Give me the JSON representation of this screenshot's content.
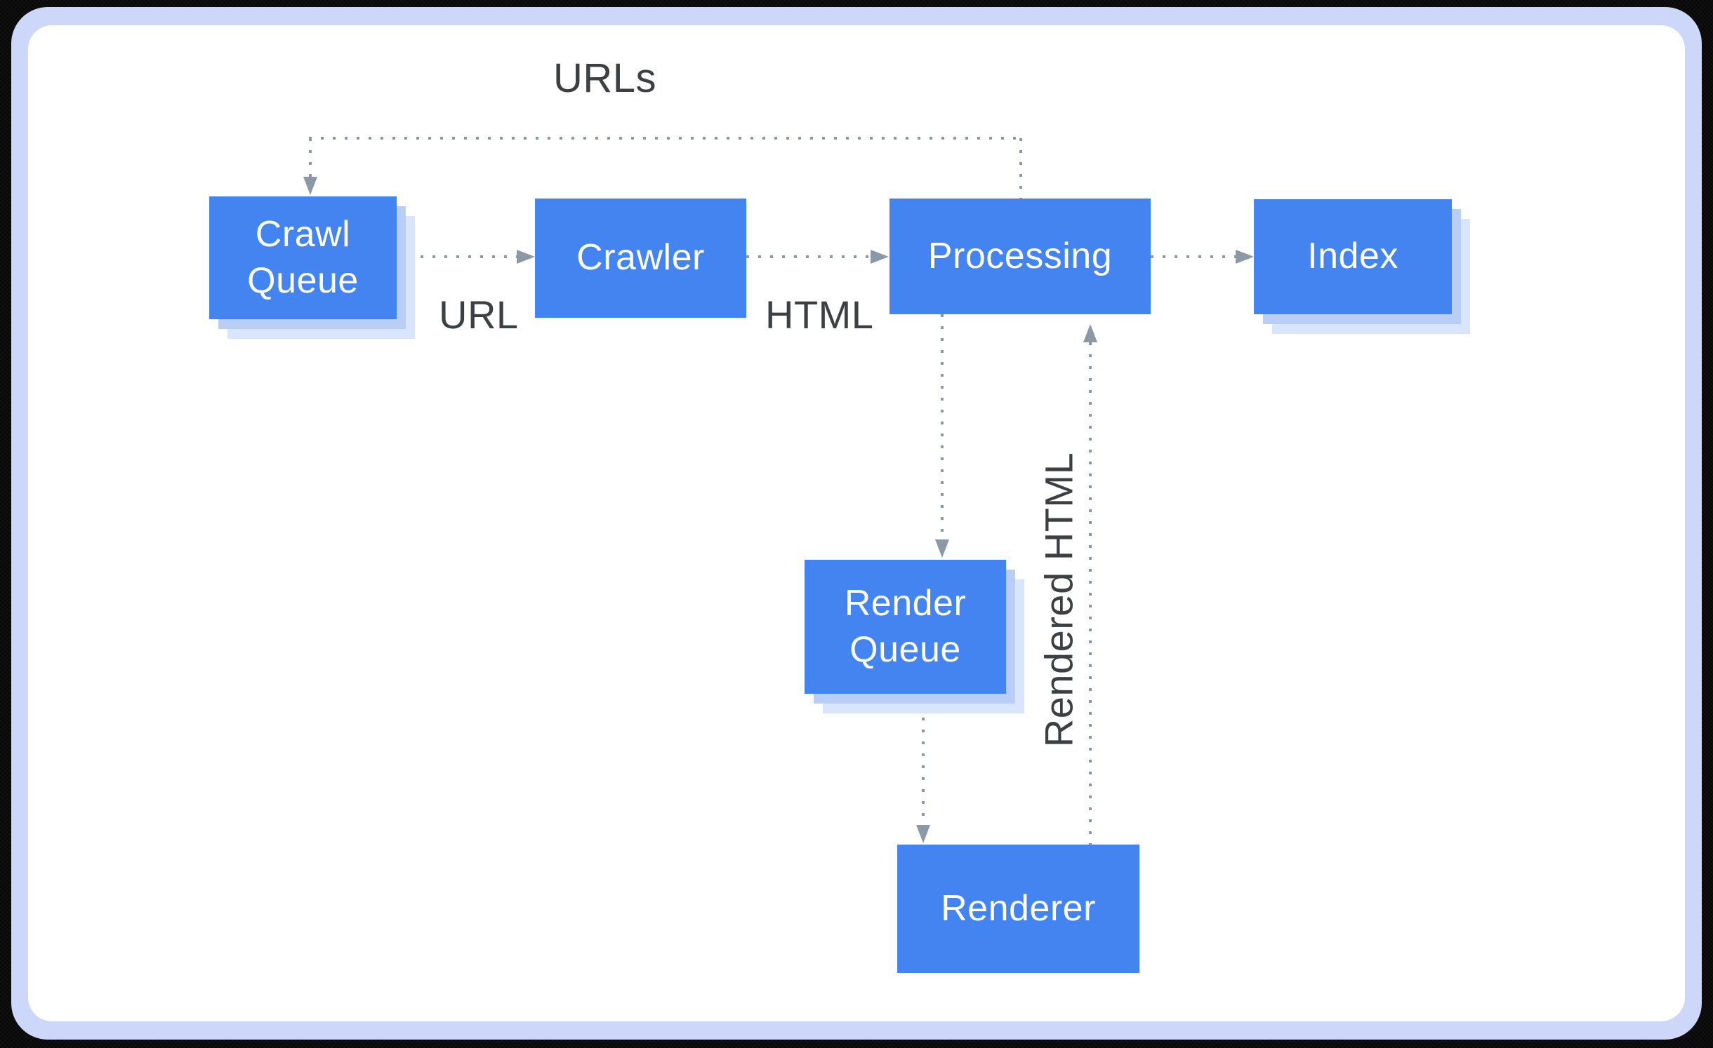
{
  "diagram": {
    "description": "Google crawl / render / index pipeline diagram",
    "nodes": {
      "crawl_queue": {
        "label": "Crawl Queue"
      },
      "crawler": {
        "label": "Crawler"
      },
      "processing": {
        "label": "Processing"
      },
      "index": {
        "label": "Index"
      },
      "render_queue": {
        "label": "Render Queue"
      },
      "renderer": {
        "label": "Renderer"
      }
    },
    "edge_labels": {
      "urls": "URLs",
      "url": "URL",
      "html": "HTML",
      "rendered_html": "Rendered HTML"
    },
    "edges": [
      {
        "from": "crawl_queue",
        "to": "crawler",
        "label": "URL",
        "style": "dotted"
      },
      {
        "from": "crawler",
        "to": "processing",
        "label": "HTML",
        "style": "dotted"
      },
      {
        "from": "processing",
        "to": "index",
        "label": "",
        "style": "dotted"
      },
      {
        "from": "processing",
        "to": "crawl_queue",
        "label": "URLs",
        "style": "dotted"
      },
      {
        "from": "processing",
        "to": "render_queue",
        "label": "",
        "style": "dotted"
      },
      {
        "from": "render_queue",
        "to": "renderer",
        "label": "",
        "style": "dotted"
      },
      {
        "from": "renderer",
        "to": "processing",
        "label": "Rendered HTML",
        "style": "dotted"
      }
    ],
    "colors": {
      "node_fill": "#4484F0",
      "node_text": "#FFFFFF",
      "shadow_inner": "#B9CEF5",
      "shadow_outer": "#D9E5FB",
      "connector": "#8A99A5",
      "label_text": "#3C4043",
      "frame_border": "#CCD7F9",
      "canvas": "#FFFFFF",
      "outer_background": "#000000"
    }
  }
}
